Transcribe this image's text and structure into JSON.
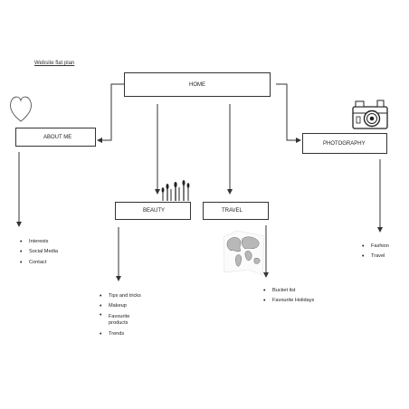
{
  "title": "Website flat plan",
  "nodes": {
    "home": "HOME",
    "about": "ABOUT ME",
    "beauty": "BEAUTY",
    "travel": "TRAVEL",
    "photography": "PHOTOGRAPHY"
  },
  "lists": {
    "about": [
      "Interests",
      "Social Media",
      "Contact"
    ],
    "beauty": [
      "Tips and tricks",
      "Makeup",
      "Favourite products",
      "Trends"
    ],
    "travel": [
      "Bucket list",
      "Favourite Holidays"
    ],
    "photography": [
      "Fashion",
      "Travel"
    ]
  },
  "icons": {
    "about": "heart-icon",
    "beauty": "makeup-brushes-icon",
    "travel": "world-map-icon",
    "photography": "camera-icon"
  },
  "colors": {
    "line": "#333333",
    "background": "#ffffff"
  }
}
